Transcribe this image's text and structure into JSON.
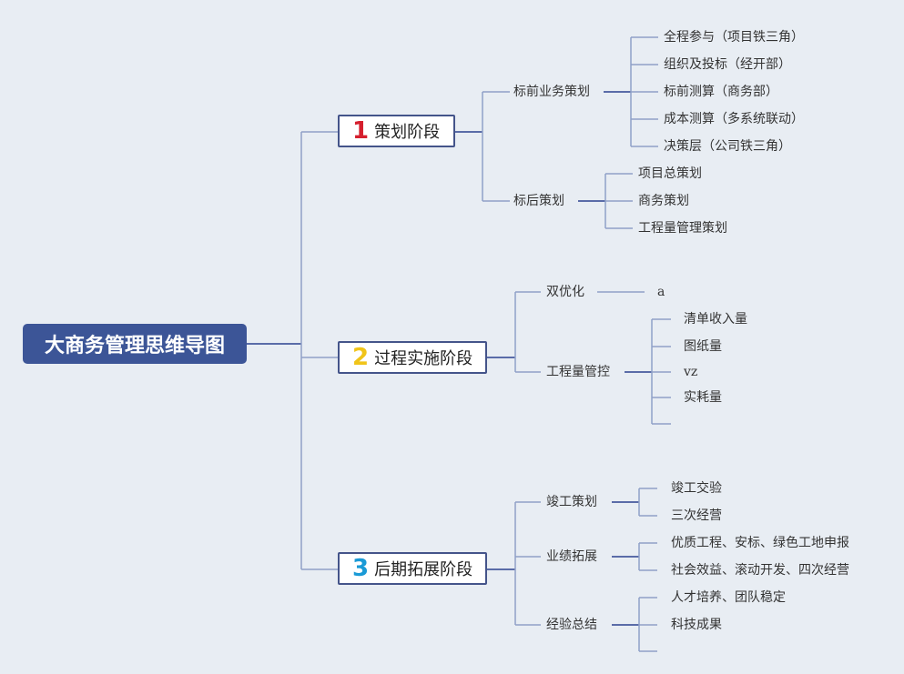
{
  "root": {
    "title": "大商务管理思维导图"
  },
  "stages": [
    {
      "num": "1",
      "num_color": "#d51f2e",
      "label": "策划阶段",
      "children": [
        {
          "label": "标前业务策划",
          "children": [
            "全程参与（项目铁三角）",
            "组织及投标（经开部）",
            "标前测算（商务部）",
            "成本测算（多系统联动）",
            "决策层（公司铁三角）"
          ]
        },
        {
          "label": "标后策划",
          "children": [
            "项目总策划",
            "商务策划",
            "工程量管理策划"
          ]
        }
      ]
    },
    {
      "num": "2",
      "num_color": "#f0c419",
      "label": "过程实施阶段",
      "children": [
        {
          "label": "双优化",
          "children": [
            "a"
          ]
        },
        {
          "label": "工程量管控",
          "children": [
            "清单收入量",
            "图纸量",
            "vz",
            "实耗量",
            ""
          ]
        }
      ]
    },
    {
      "num": "3",
      "num_color": "#1a9ad6",
      "label": "后期拓展阶段",
      "children": [
        {
          "label": "竣工策划",
          "children": [
            "竣工交验",
            "三次经营"
          ]
        },
        {
          "label": "业绩拓展",
          "children": [
            "优质工程、安标、绿色工地申报",
            "社会效益、滚动开发、四次经营"
          ]
        },
        {
          "label": "经验总结",
          "children": [
            "人才培养、团队稳定",
            "科技成果",
            ""
          ]
        }
      ]
    }
  ],
  "colors": {
    "line": "#5a6ca8",
    "root_bg": "#3c5597",
    "background": "#e8edf3"
  }
}
